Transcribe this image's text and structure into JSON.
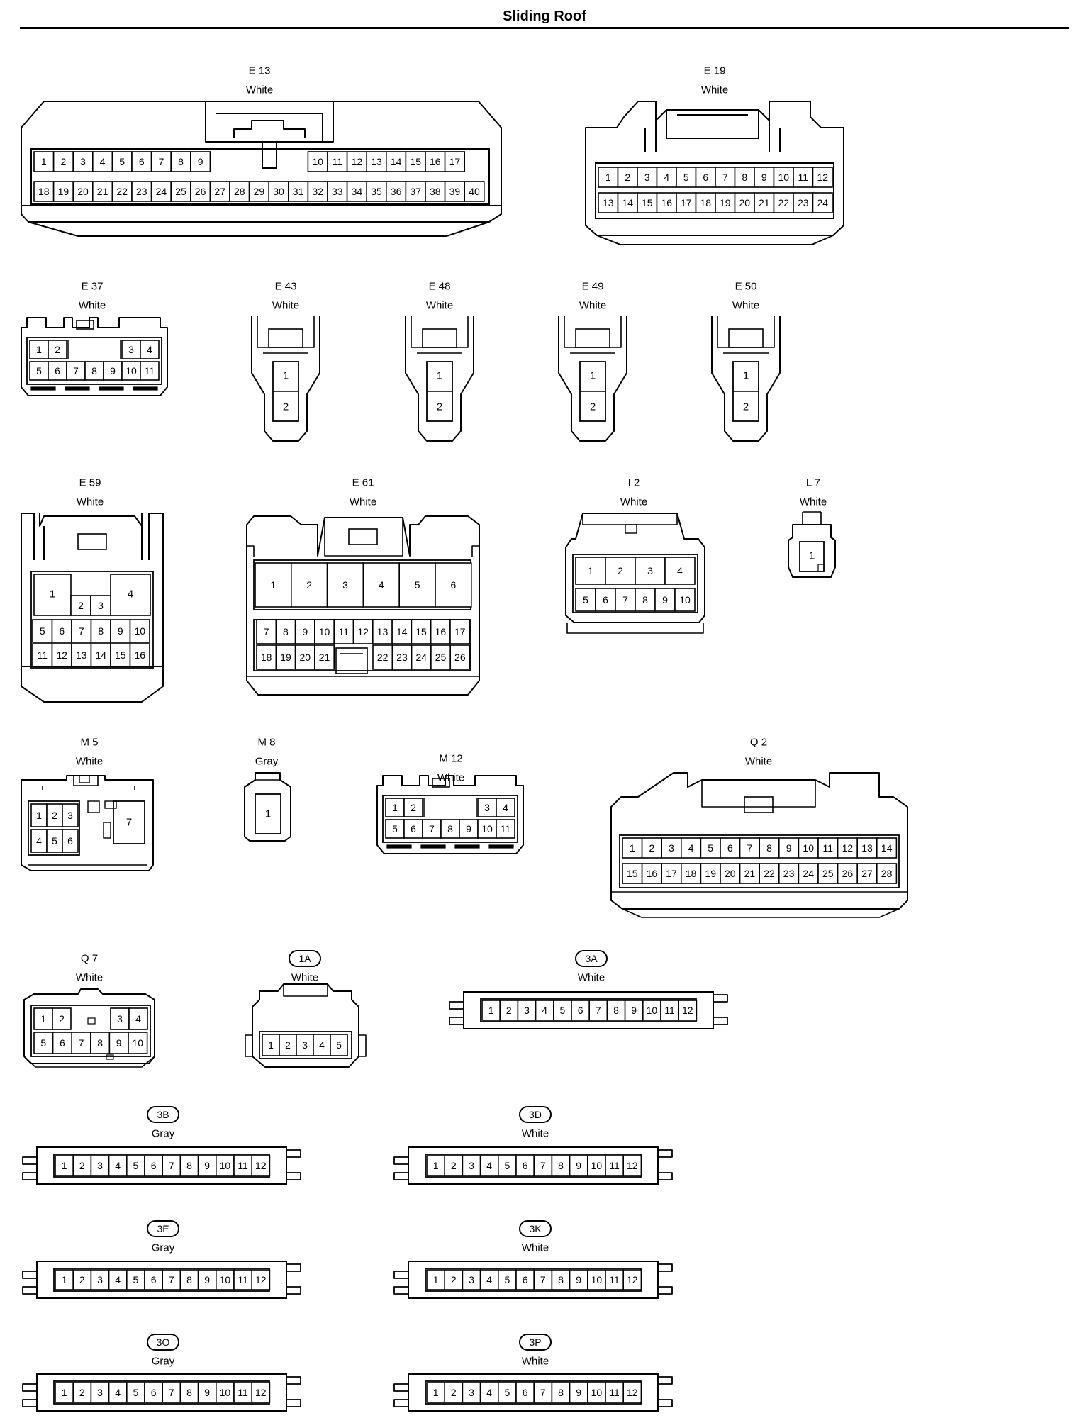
{
  "title": "Sliding Roof",
  "connectors": [
    {
      "id": "E13",
      "label": "E 13",
      "color": "White",
      "type": "wide2row",
      "boxed": false,
      "rows": [
        [
          "1",
          "2",
          "3",
          "4",
          "5",
          "6",
          "7",
          "8",
          "9",
          "",
          "",
          "",
          "",
          "",
          "10",
          "11",
          "12",
          "13",
          "14",
          "15",
          "16",
          "17"
        ],
        [
          "18",
          "19",
          "20",
          "21",
          "22",
          "23",
          "24",
          "25",
          "26",
          "27",
          "28",
          "29",
          "30",
          "31",
          "32",
          "33",
          "34",
          "35",
          "36",
          "37",
          "38",
          "39",
          "40"
        ]
      ]
    },
    {
      "id": "E19",
      "label": "E 19",
      "color": "White",
      "type": "twoRow",
      "boxed": false,
      "rows": [
        [
          "1",
          "2",
          "3",
          "4",
          "5",
          "6",
          "7",
          "8",
          "9",
          "10",
          "11",
          "12"
        ],
        [
          "13",
          "14",
          "15",
          "16",
          "17",
          "18",
          "19",
          "20",
          "21",
          "22",
          "23",
          "24"
        ]
      ]
    },
    {
      "id": "E37",
      "label": "E 37",
      "color": "White",
      "type": "small11",
      "boxed": false,
      "rows": [
        [
          "1",
          "2",
          "",
          "",
          "",
          "3",
          "4"
        ],
        [
          "5",
          "6",
          "7",
          "8",
          "9",
          "10",
          "11"
        ]
      ]
    },
    {
      "id": "E43",
      "label": "E 43",
      "color": "White",
      "type": "twoPin",
      "boxed": false,
      "rows": [
        [
          "1"
        ],
        [
          "2"
        ]
      ]
    },
    {
      "id": "E48",
      "label": "E 48",
      "color": "White",
      "type": "twoPin",
      "boxed": false,
      "rows": [
        [
          "1"
        ],
        [
          "2"
        ]
      ]
    },
    {
      "id": "E49",
      "label": "E 49",
      "color": "White",
      "type": "twoPin",
      "boxed": false,
      "rows": [
        [
          "1"
        ],
        [
          "2"
        ]
      ]
    },
    {
      "id": "E50",
      "label": "E 50",
      "color": "White",
      "type": "twoPin",
      "boxed": false,
      "rows": [
        [
          "1"
        ],
        [
          "2"
        ]
      ]
    },
    {
      "id": "E59",
      "label": "E 59",
      "color": "White",
      "type": "e59",
      "boxed": false,
      "rows": [
        [
          "1",
          "2",
          "3",
          "4"
        ],
        [
          "5",
          "6",
          "7",
          "8",
          "9",
          "10"
        ],
        [
          "11",
          "12",
          "13",
          "14",
          "15",
          "16"
        ]
      ]
    },
    {
      "id": "E61",
      "label": "E 61",
      "color": "White",
      "type": "e61",
      "boxed": false,
      "rows": [
        [
          "1",
          "2",
          "3",
          "4",
          "5",
          "6"
        ],
        [
          "7",
          "8",
          "9",
          "10",
          "11",
          "12",
          "13",
          "14",
          "15",
          "16",
          "17"
        ],
        [
          "18",
          "19",
          "20",
          "21",
          "22",
          "23",
          "24",
          "25",
          "26"
        ]
      ]
    },
    {
      "id": "I2",
      "label": "I 2",
      "color": "White",
      "type": "i2",
      "boxed": false,
      "rows": [
        [
          "1",
          "2",
          "3",
          "4"
        ],
        [
          "5",
          "6",
          "7",
          "8",
          "9",
          "10"
        ]
      ]
    },
    {
      "id": "L7",
      "label": "L 7",
      "color": "White",
      "type": "single",
      "boxed": false,
      "rows": [
        [
          "1"
        ]
      ]
    },
    {
      "id": "M5",
      "label": "M 5",
      "color": "White",
      "type": "m5",
      "boxed": false,
      "rows": [
        [
          "1",
          "2",
          "3"
        ],
        [
          "4",
          "5",
          "6"
        ],
        [
          "7"
        ]
      ]
    },
    {
      "id": "M8",
      "label": "M 8",
      "color": "Gray",
      "type": "single",
      "boxed": false,
      "rows": [
        [
          "1"
        ]
      ]
    },
    {
      "id": "M12",
      "label": "M 12",
      "color": "White",
      "type": "small11",
      "boxed": false,
      "rows": [
        [
          "1",
          "2",
          "",
          "",
          "",
          "3",
          "4"
        ],
        [
          "5",
          "6",
          "7",
          "8",
          "9",
          "10",
          "11"
        ]
      ]
    },
    {
      "id": "Q2",
      "label": "Q 2",
      "color": "White",
      "type": "twoRow",
      "boxed": false,
      "rows": [
        [
          "1",
          "2",
          "3",
          "4",
          "5",
          "6",
          "7",
          "8",
          "9",
          "10",
          "11",
          "12",
          "13",
          "14"
        ],
        [
          "15",
          "16",
          "17",
          "18",
          "19",
          "20",
          "21",
          "22",
          "23",
          "24",
          "25",
          "26",
          "27",
          "28"
        ]
      ]
    },
    {
      "id": "Q7",
      "label": "Q 7",
      "color": "White",
      "type": "small10",
      "boxed": false,
      "rows": [
        [
          "1",
          "2",
          "",
          "",
          "3",
          "4"
        ],
        [
          "5",
          "6",
          "7",
          "8",
          "9",
          "10"
        ]
      ]
    },
    {
      "id": "1A",
      "label": "1A",
      "color": "White",
      "type": "oneRow5",
      "boxed": true,
      "rows": [
        [
          "1",
          "2",
          "3",
          "4",
          "5"
        ]
      ]
    },
    {
      "id": "3A",
      "label": "3A",
      "color": "White",
      "type": "strip12",
      "boxed": true,
      "rows": [
        [
          "1",
          "2",
          "3",
          "4",
          "5",
          "6",
          "7",
          "8",
          "9",
          "10",
          "11",
          "12"
        ]
      ]
    },
    {
      "id": "3B",
      "label": "3B",
      "color": "Gray",
      "type": "strip12",
      "boxed": true,
      "rows": [
        [
          "1",
          "2",
          "3",
          "4",
          "5",
          "6",
          "7",
          "8",
          "9",
          "10",
          "11",
          "12"
        ]
      ]
    },
    {
      "id": "3D",
      "label": "3D",
      "color": "White",
      "type": "strip12",
      "boxed": true,
      "rows": [
        [
          "1",
          "2",
          "3",
          "4",
          "5",
          "6",
          "7",
          "8",
          "9",
          "10",
          "11",
          "12"
        ]
      ]
    },
    {
      "id": "3E",
      "label": "3E",
      "color": "Gray",
      "type": "strip12",
      "boxed": true,
      "rows": [
        [
          "1",
          "2",
          "3",
          "4",
          "5",
          "6",
          "7",
          "8",
          "9",
          "10",
          "11",
          "12"
        ]
      ]
    },
    {
      "id": "3K",
      "label": "3K",
      "color": "White",
      "type": "strip12",
      "boxed": true,
      "rows": [
        [
          "1",
          "2",
          "3",
          "4",
          "5",
          "6",
          "7",
          "8",
          "9",
          "10",
          "11",
          "12"
        ]
      ]
    },
    {
      "id": "3O",
      "label": "3O",
      "color": "Gray",
      "type": "strip12",
      "boxed": true,
      "rows": [
        [
          "1",
          "2",
          "3",
          "4",
          "5",
          "6",
          "7",
          "8",
          "9",
          "10",
          "11",
          "12"
        ]
      ]
    },
    {
      "id": "3P",
      "label": "3P",
      "color": "White",
      "type": "strip12",
      "boxed": true,
      "rows": [
        [
          "1",
          "2",
          "3",
          "4",
          "5",
          "6",
          "7",
          "8",
          "9",
          "10",
          "11",
          "12"
        ]
      ]
    }
  ]
}
